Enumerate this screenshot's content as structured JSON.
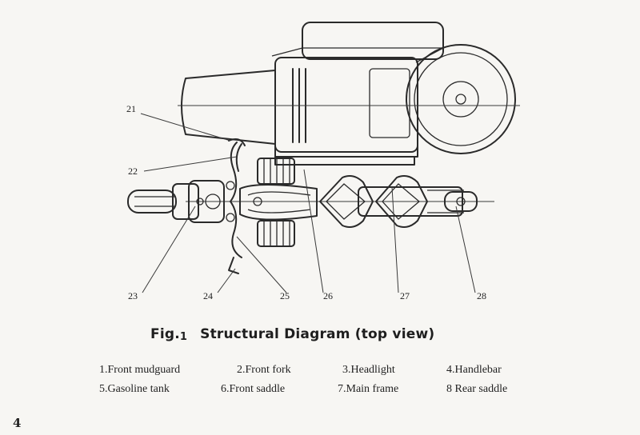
{
  "callouts": [
    "21",
    "22",
    "23",
    "24",
    "25",
    "26",
    "27",
    "28"
  ],
  "caption": {
    "fig_label": "Fig.",
    "fig_number": "1",
    "title": "Structural Diagram (top view)"
  },
  "legend": [
    [
      "1.Front mudguard",
      "2.Front fork",
      "3.Headlight",
      "4.Handlebar"
    ],
    [
      "5.Gasoline tank",
      "6.Front saddle",
      "7.Main frame",
      "8 Rear saddle"
    ]
  ],
  "page_number": "4"
}
